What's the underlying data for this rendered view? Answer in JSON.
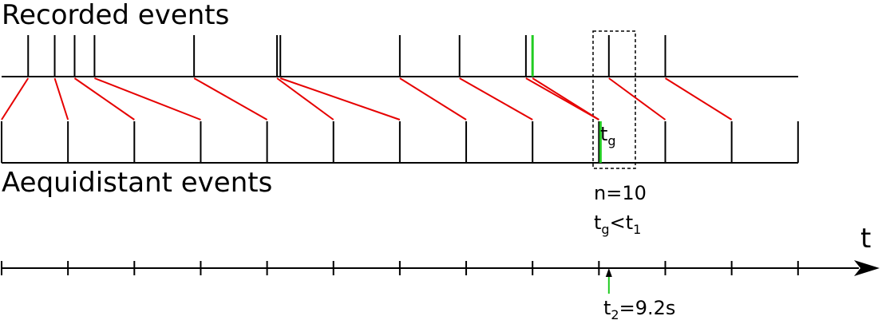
{
  "labels": {
    "recorded": "Recorded events",
    "equidistant": "Aequidistant events",
    "time_axis": "t",
    "gap_symbol": "t",
    "gap_subscript": "g",
    "n_text": "n=10",
    "cond_t": "t",
    "cond_sub_g": "g",
    "cond_op": "<t",
    "cond_sub_1": "1",
    "t2_t": "t",
    "t2_sub": "2",
    "t2_value": "=9.2s"
  },
  "colors": {
    "line": "#000000",
    "mapping": "#e60000",
    "highlight": "#22cc22"
  },
  "highlight": {
    "recorded_index": 10,
    "equidistant_index": 9
  },
  "recorded_events": [
    0.4,
    0.8,
    1.1,
    1.4,
    2.9,
    4.15,
    4.2,
    6.0,
    6.9,
    7.9,
    8.0,
    9.15,
    10.0
  ],
  "equidistant_events": [
    0,
    1,
    2,
    3,
    4,
    5,
    6,
    7,
    8,
    9,
    10,
    11,
    12
  ],
  "mapping_pairs": [
    [
      0,
      0
    ],
    [
      1,
      1
    ],
    [
      2,
      2
    ],
    [
      3,
      3
    ],
    [
      4,
      4
    ],
    [
      5,
      5
    ],
    [
      6,
      6
    ],
    [
      7,
      7
    ],
    [
      8,
      8
    ],
    [
      9,
      9
    ],
    [
      10,
      9
    ],
    [
      11,
      10
    ],
    [
      12,
      11
    ]
  ],
  "axis_ticks": [
    0,
    1,
    2,
    3,
    4,
    5,
    6,
    7,
    8,
    9,
    10,
    11,
    12
  ],
  "t2_marker": 9.15
}
